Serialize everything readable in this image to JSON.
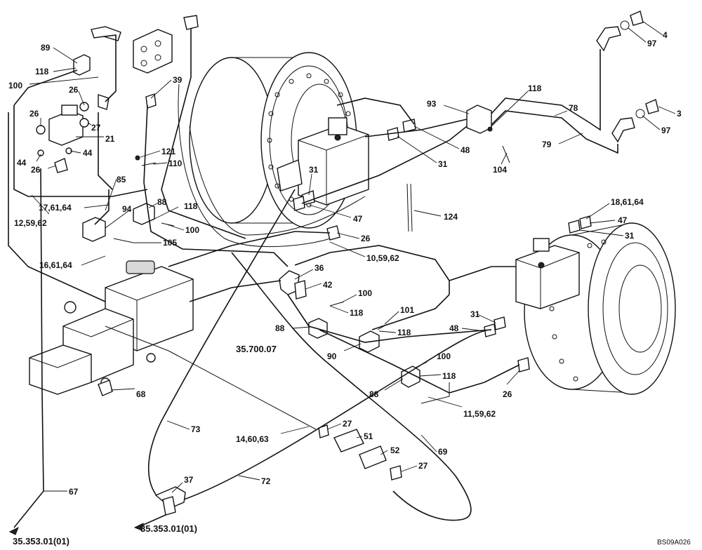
{
  "diagram": {
    "drawing_code": "BS09A026",
    "references": {
      "motor_ref": "35.700.07",
      "lower_left_ref": "35.353.01(01)",
      "bottom_ref": "35.353.01(01)"
    },
    "callouts": [
      "89",
      "118",
      "100",
      "26",
      "26",
      "27",
      "21",
      "44",
      "44",
      "26",
      "39",
      "121",
      "110",
      "85",
      "88",
      "118",
      "94",
      "17,61,64",
      "12,59,62",
      "100",
      "105",
      "16,61,64",
      "4",
      "97",
      "3",
      "97",
      "93",
      "118",
      "78",
      "79",
      "104",
      "48",
      "31",
      "31",
      "47",
      "124",
      "26",
      "10,59,62",
      "36",
      "42",
      "100",
      "118",
      "101",
      "118",
      "88",
      "90",
      "18,61,64",
      "47",
      "31",
      "31",
      "48",
      "100",
      "118",
      "88",
      "26",
      "11,59,62",
      "68",
      "73",
      "27",
      "51",
      "52",
      "27",
      "14,60,63",
      "69",
      "72",
      "37",
      "67"
    ]
  }
}
